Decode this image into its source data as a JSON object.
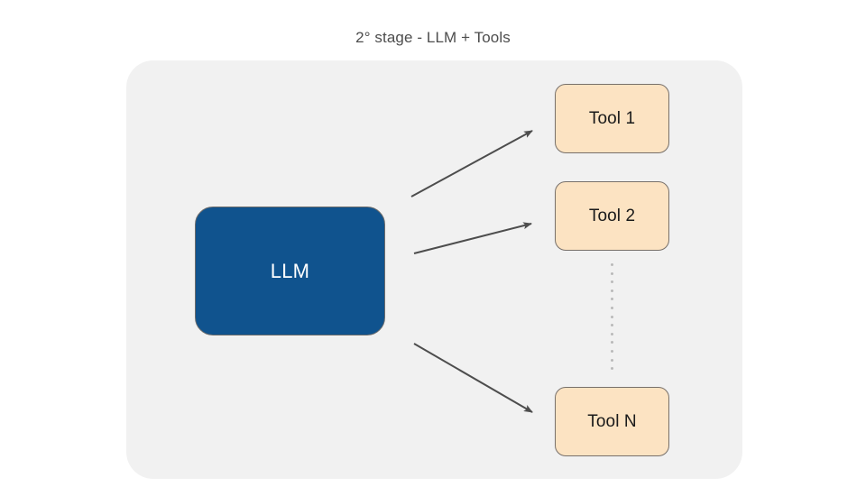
{
  "diagram": {
    "title": "2° stage - LLM + Tools",
    "background_color": "#ffffff",
    "panel": {
      "name": "stage-group-panel",
      "fill": "#f1f1f1",
      "corner_radius": 30
    },
    "nodes": {
      "llm": {
        "label": "LLM",
        "fill": "#10538e",
        "text_color": "#ffffff",
        "border_color": "#6b6b6b"
      },
      "tools": [
        {
          "label": "Tool 1",
          "fill": "#fce3c2",
          "text_color": "#1a1a1a",
          "border_color": "#77706a"
        },
        {
          "label": "Tool 2",
          "fill": "#fce3c2",
          "text_color": "#1a1a1a",
          "border_color": "#77706a"
        },
        {
          "label": "Tool N",
          "fill": "#fce3c2",
          "text_color": "#1a1a1a",
          "border_color": "#77706a"
        }
      ]
    },
    "connectors": [
      {
        "name": "arrow-llm-to-tool-1",
        "from": "LLM",
        "to": "Tool 1",
        "color": "#4d4d4d"
      },
      {
        "name": "arrow-llm-to-tool-2",
        "from": "LLM",
        "to": "Tool 2",
        "color": "#4d4d4d"
      },
      {
        "name": "arrow-llm-to-tool-n",
        "from": "LLM",
        "to": "Tool N",
        "color": "#4d4d4d"
      }
    ],
    "ellipsis": {
      "name": "vertical-ellipsis",
      "meaning": "more tools between Tool 2 and Tool N",
      "dot_color": "#b9b9b9",
      "dot_count": 13
    }
  }
}
